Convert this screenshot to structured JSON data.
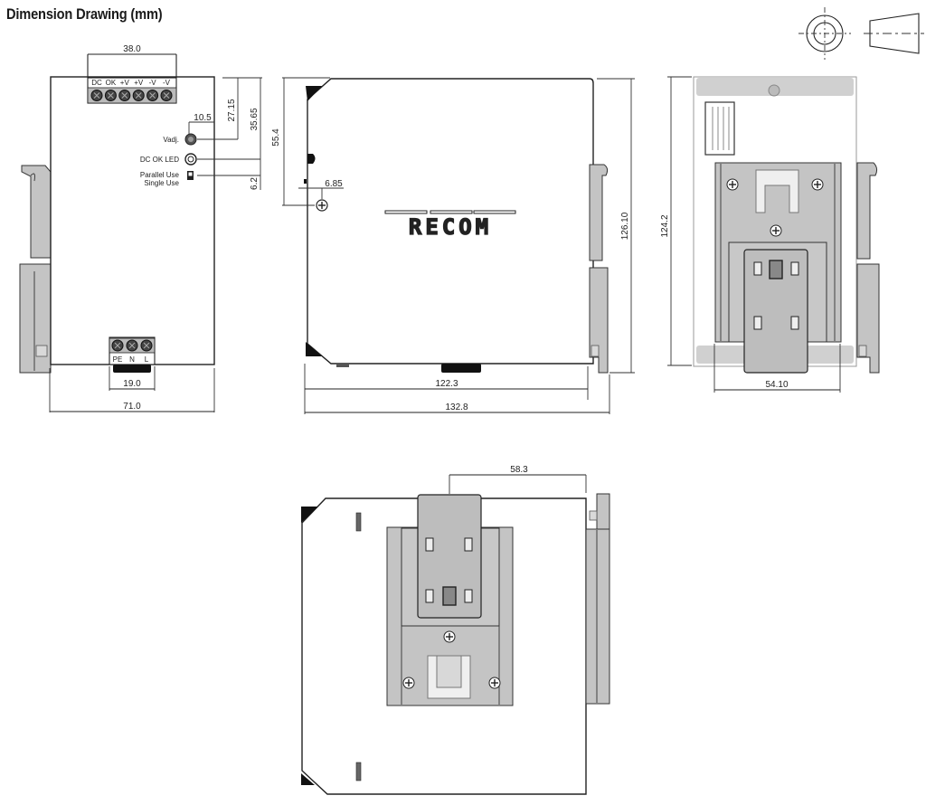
{
  "title": "Dimension Drawing (mm)",
  "projection_symbol": "third-angle-projection-icon",
  "brand_logo": "RECOM",
  "front_view": {
    "terminal_labels_top": [
      "DC",
      "OK",
      "+V",
      "+V",
      "-V",
      "-V"
    ],
    "terminal_labels_bottom": [
      "PE",
      "N",
      "L"
    ],
    "control_labels": {
      "vadj": "Vadj.",
      "dc_ok_led": "DC OK LED",
      "parallel_use": "Parallel Use",
      "single_use": "Single Use"
    },
    "dimensions": {
      "top_terminal_width": "38.0",
      "vadj_offset": "10.5",
      "vadj_height": "27.15",
      "led_height": "35.65",
      "switch_offset": "6.2",
      "bottom_terminal_width": "19.0",
      "overall_width": "71.0"
    }
  },
  "side_view": {
    "dimensions": {
      "top_to_screw": "55.4",
      "screw_offset": "6.85",
      "body_depth": "122.3",
      "overall_depth": "132.8",
      "overall_height": "126.10"
    }
  },
  "rear_view": {
    "dimensions": {
      "height": "124.2",
      "rail_clip_width": "54.10"
    }
  },
  "bottom_view": {
    "dimensions": {
      "clip_offset": "58.3"
    }
  }
}
